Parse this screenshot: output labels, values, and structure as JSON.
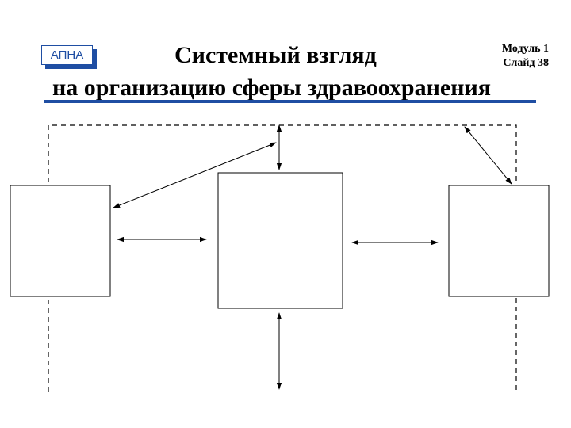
{
  "header": {
    "logo_text": "АПНА",
    "title_line1": "Системный взгляд",
    "title_line2": "на организацию сферы здравоохранения",
    "module_label": "Модуль 1",
    "slide_label": "Слайд 38"
  },
  "colors": {
    "accent": "#1f4ea3",
    "line": "#000000",
    "background": "#ffffff"
  },
  "diagram": {
    "boxes": [
      "left",
      "center",
      "right"
    ],
    "arrows": [
      "top-vertical",
      "left-diagonal",
      "right-diagonal",
      "left-horizontal",
      "right-horizontal",
      "bottom-vertical"
    ],
    "boundary": "dashed"
  }
}
